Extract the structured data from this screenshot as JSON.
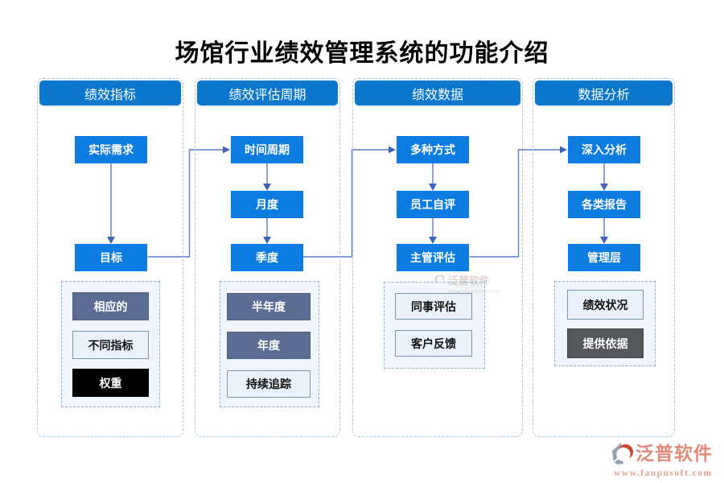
{
  "title": "场馆行业绩效管理系统的功能介绍",
  "columns": [
    {
      "header": "绩效指标",
      "flow": [
        "实际需求",
        "目标"
      ],
      "group": [
        {
          "label": "相应的",
          "style": "slate"
        },
        {
          "label": "不同指标",
          "style": "light"
        },
        {
          "label": "权重",
          "style": "black"
        }
      ]
    },
    {
      "header": "绩效评估周期",
      "flow": [
        "时间周期",
        "月度",
        "季度"
      ],
      "group": [
        {
          "label": "半年度",
          "style": "slate"
        },
        {
          "label": "年度",
          "style": "slate"
        },
        {
          "label": "持续追踪",
          "style": "light"
        }
      ]
    },
    {
      "header": "绩效数据",
      "flow": [
        "多种方式",
        "员工自评",
        "主管评估"
      ],
      "group": [
        {
          "label": "同事评估",
          "style": "light"
        },
        {
          "label": "客户反馈",
          "style": "light"
        }
      ]
    },
    {
      "header": "数据分析",
      "flow": [
        "深入分析",
        "各类报告",
        "管理层"
      ],
      "group": [
        {
          "label": "绩效状况",
          "style": "light"
        },
        {
          "label": "提供依据",
          "style": "gray"
        }
      ]
    }
  ],
  "watermark": {
    "text": "泛普软件",
    "url": "www.fanpusoft.com"
  },
  "logo": {
    "name": "泛普软件",
    "url": "www.fanpusoft.com"
  },
  "colors": {
    "header_blue": "#0b77cd",
    "flow_blue": "#0d7ce1",
    "slate_box": "#5b6d93",
    "black_box": "#000000",
    "gray_box": "#54575c",
    "light_box_bg": "#e9f1f9",
    "group_bg": "#eff5fa",
    "dashed_border": "#a9c4df",
    "connector": "#5b7cc5",
    "logo_salmon": "#e08a7a",
    "logo_red": "#cc4a35"
  }
}
